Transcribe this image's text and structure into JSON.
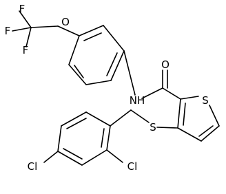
{
  "molecule": {
    "atoms": {
      "f1": "F",
      "f2": "F",
      "f3": "F",
      "o_ether": "O",
      "o_carbonyl": "O",
      "n_amide": "NH",
      "s_thiophene": "S",
      "s_thioether": "S",
      "cl_para": "Cl",
      "cl_ortho": "Cl"
    }
  }
}
